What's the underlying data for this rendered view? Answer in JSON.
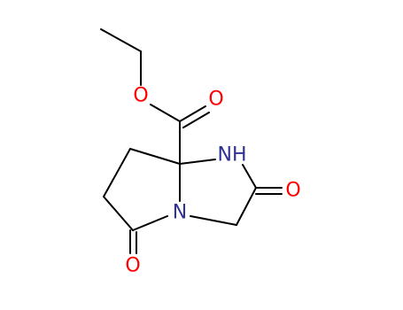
{
  "molecule": {
    "atoms": {
      "ester_o": {
        "label": "O",
        "element": "oxygen"
      },
      "carbonyl_o_ester": {
        "label": "O",
        "element": "oxygen"
      },
      "nh": {
        "label": "NH",
        "element": "nitrogen"
      },
      "carbonyl_o_right": {
        "label": "O",
        "element": "oxygen"
      },
      "n_ring": {
        "label": "N",
        "element": "nitrogen"
      },
      "carbonyl_o_bottom": {
        "label": "O",
        "element": "oxygen"
      }
    },
    "colors": {
      "bond": "#000000",
      "oxygen": "#ff0000",
      "nitrogen": "#2e3192"
    }
  }
}
